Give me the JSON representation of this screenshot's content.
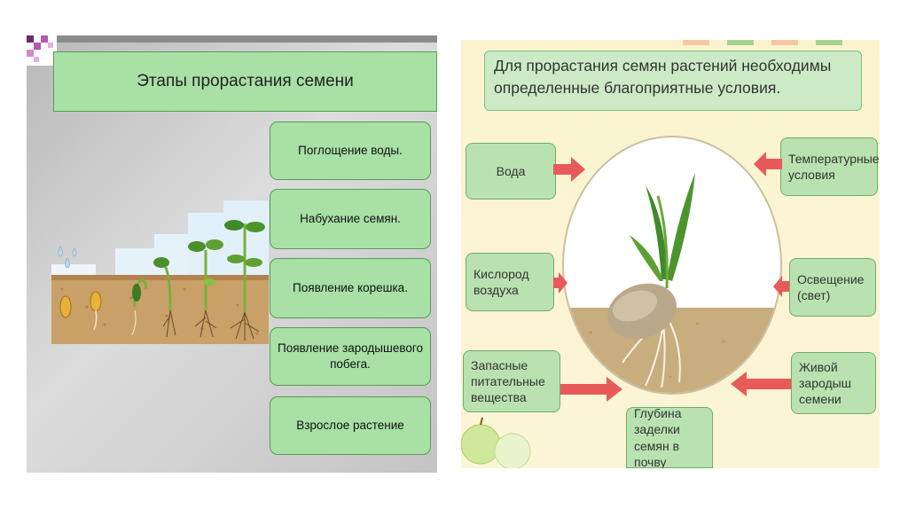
{
  "left": {
    "title": "Этапы прорастания семени",
    "stages": [
      "Поглощение воды.",
      "Набухание семян.",
      "Появление корешка.",
      "Появление зародышевого побега.",
      "Взрослое растение"
    ]
  },
  "right": {
    "title_line1": "Для прорастания семян растений необходимы",
    "title_line2": "определенные благоприятные условия.",
    "conditions": {
      "water": "Вода",
      "temperature": "Температурные условия",
      "oxygen": "Кислород воздуха",
      "light": "Освещение (свет)",
      "nutrients": "Запасные питательные вещества",
      "embryo": "Живой зародыш семени",
      "depth": "Глубина заделки семян в почву"
    }
  },
  "colors": {
    "box_green": "#a8e0a6",
    "arrow_red": "#e85a5a",
    "soil": "#c8ad7e"
  }
}
